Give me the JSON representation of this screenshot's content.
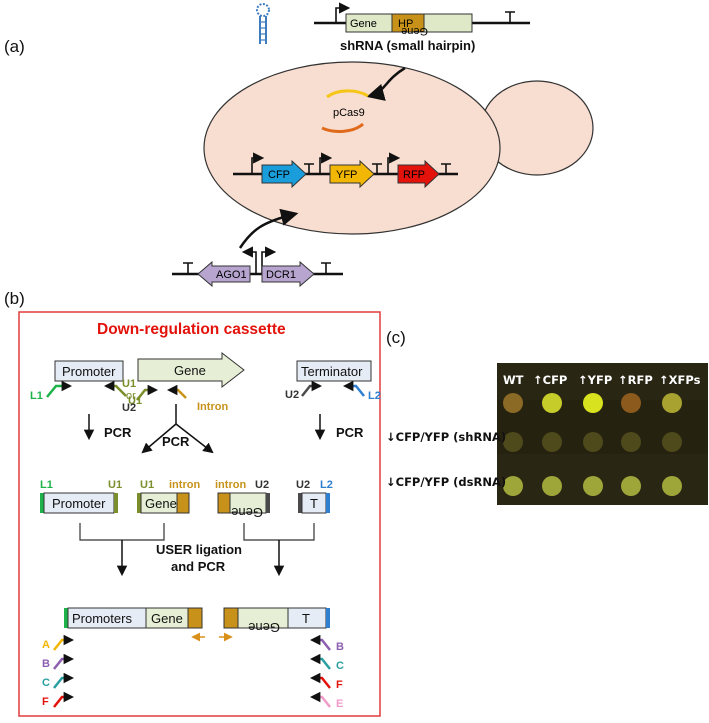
{
  "panels": {
    "a": "(a)",
    "b": "(b)",
    "c": "(c)"
  },
  "panel_a": {
    "shrna_construct": {
      "gene_label": "Gene",
      "hp_label": "HP",
      "gene_rev_label": "Gene",
      "caption": "shRNA (small hairpin)"
    },
    "plasmid_label": "pCas9",
    "reporters": [
      "CFP",
      "YFP",
      "RFP"
    ],
    "reporter_colors": {
      "CFP": "#1a9ddb",
      "YFP": "#f2b705",
      "RFP": "#e3120b"
    },
    "rnai_genes": [
      "AGO1",
      "DCR1"
    ]
  },
  "panel_b": {
    "title": "Down-regulation cassette",
    "top_parts": {
      "promoter": "Promoter",
      "gene": "Gene",
      "terminator": "Terminator"
    },
    "primers": {
      "L1": "L1",
      "U1": "U1",
      "or": "or",
      "U2": "U2",
      "L2": "L2",
      "intron": "Intron"
    },
    "pcr_label": "PCR",
    "fragments": {
      "promoter": {
        "left": "L1",
        "right": "U1",
        "box": "Promoter"
      },
      "gene": {
        "left": "U1",
        "right": "intron",
        "box": "Gene"
      },
      "gene_rev": {
        "left": "intron",
        "right": "U2",
        "box": "Gene"
      },
      "terminator": {
        "left": "U2",
        "right": "L2",
        "box": "T"
      }
    },
    "ligation_label_line1": "USER ligation",
    "ligation_label_line2": "and PCR",
    "final": {
      "promoters": "Promoters",
      "gene": "Gene",
      "gene_rev": "Gene",
      "t": "T"
    },
    "left_primers": [
      {
        "label": "A",
        "color": "#f2b705"
      },
      {
        "label": "B",
        "color": "#8e5fb0"
      },
      {
        "label": "C",
        "color": "#2a9fa0"
      },
      {
        "label": "F",
        "color": "#e3120b"
      }
    ],
    "right_primers": [
      {
        "label": "B",
        "color": "#8e5fb0"
      },
      {
        "label": "C",
        "color": "#2a9fa0"
      },
      {
        "label": "F",
        "color": "#e3120b"
      },
      {
        "label": "E",
        "color": "#f09ac8"
      }
    ]
  },
  "panel_c": {
    "column_headers": [
      "WT",
      "↑CFP",
      "↑YFP",
      "↑RFP",
      "↑XFPs"
    ],
    "row_labels": [
      "↓CFP/YFP (shRNA)",
      "↓CFP/YFP (dsRNA)"
    ]
  }
}
